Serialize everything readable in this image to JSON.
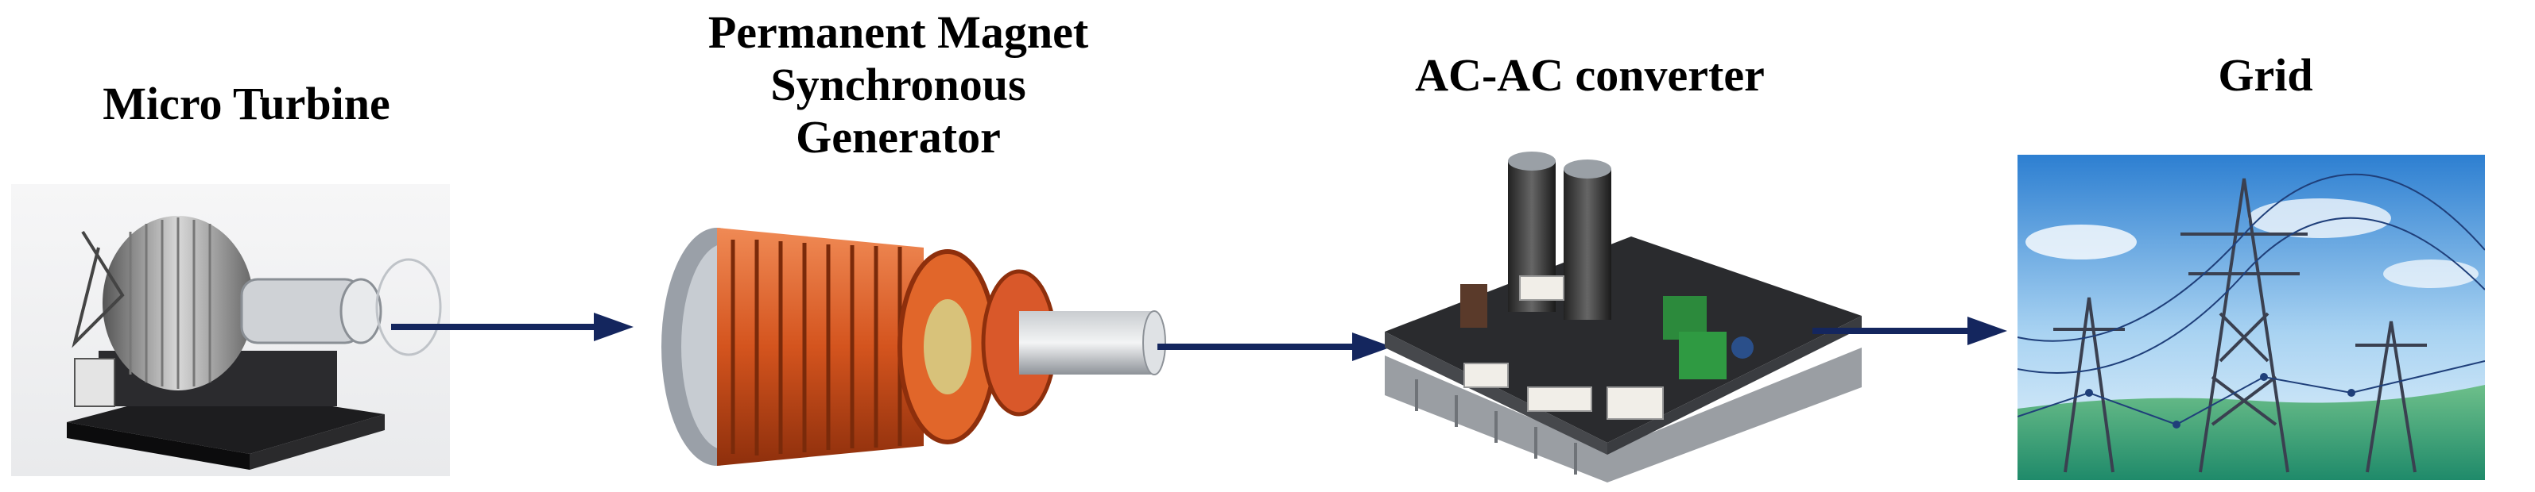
{
  "stages": [
    {
      "id": "turbine",
      "label": "Micro Turbine"
    },
    {
      "id": "pmsg",
      "label_lines": [
        "Permanent Magnet",
        "Synchronous",
        "Generator"
      ]
    },
    {
      "id": "converter",
      "label": "AC-AC converter"
    },
    {
      "id": "grid",
      "label": "Grid"
    }
  ],
  "icons": {
    "turbine": "micro-turbine-image",
    "pmsg": "generator-rotor-image",
    "converter": "converter-board-image",
    "grid": "power-grid-image",
    "arrow": "arrow-right-icon"
  },
  "colors": {
    "arrow": "#14265e",
    "text": "#000000"
  }
}
